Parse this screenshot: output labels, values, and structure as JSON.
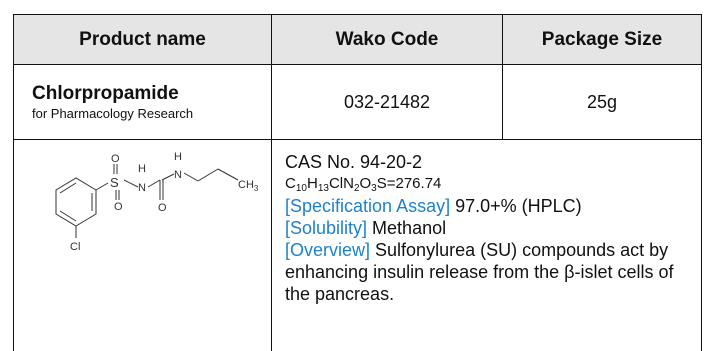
{
  "table": {
    "headers": {
      "product_name": "Product name",
      "code": "Wako Code",
      "package": "Package Size"
    },
    "product": {
      "name": "Chlorpropamide",
      "subtitle": "for Pharmacology Research",
      "code": "032-21482",
      "package_size": "25g"
    },
    "details": {
      "cas": "CAS No. 94-20-2",
      "formula": {
        "c": "C",
        "c_n": "10",
        "h": "H",
        "h_n": "13",
        "cln": "ClN",
        "n_n": "2",
        "o": "O",
        "o_n": "3",
        "rest": "S=276.74"
      },
      "spec_label": "[Specification Assay]",
      "spec_value": " 97.0+% (HPLC)",
      "sol_label": "[Solubility]",
      "sol_value": " Methanol",
      "overview_label": "[Overview]",
      "overview_value": " Sulfonylurea (SU) compounds act by enhancing insulin release from the β-islet cells of the pancreas."
    },
    "structure_labels": {
      "s": "S",
      "o1": "O",
      "o2": "O",
      "o3": "O",
      "h1": "H",
      "n1": "N",
      "h2": "H",
      "n2": "N",
      "cl": "Cl",
      "ch": "CH",
      "ch_n": "3"
    }
  }
}
